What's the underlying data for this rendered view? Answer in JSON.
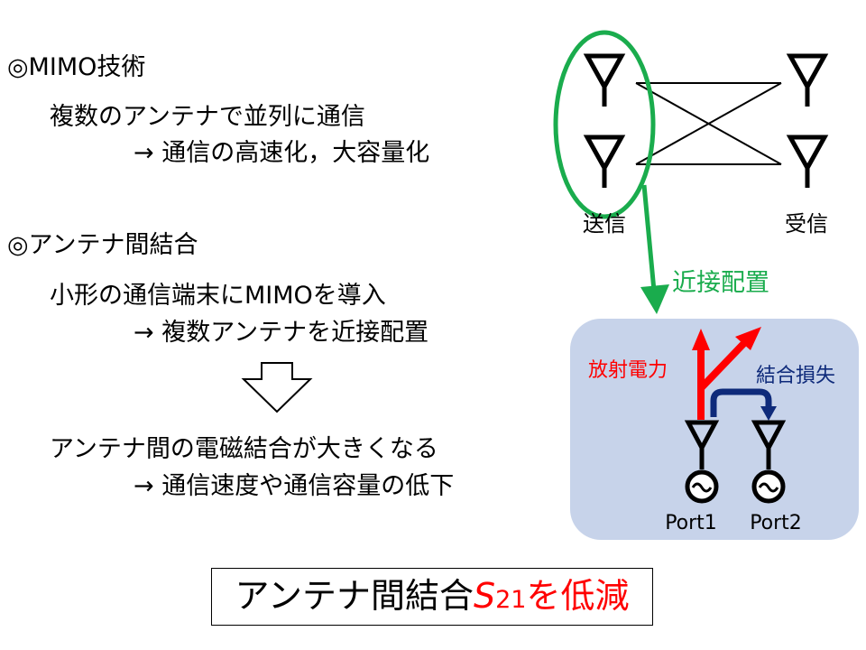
{
  "sections": [
    {
      "heading": "◎MIMO技術",
      "line1": "複数のアンテナで並列に通信",
      "line2": "→ 通信の高速化，大容量化"
    },
    {
      "heading": "◎アンテナ間結合",
      "line1": "小形の通信端末にMIMOを導入",
      "line2": "→ 複数アンテナを近接配置"
    },
    {
      "line1": "アンテナ間の電磁結合が大きくなる",
      "line2": "→ 通信速度や通信容量の低下"
    }
  ],
  "conclusion": {
    "prefix": "アンテナ間結合",
    "symbol": "S",
    "subscript": "21",
    "suffix": "を低減"
  },
  "diagram": {
    "tx_label": "送信",
    "rx_label": "受信",
    "arrow_label": "近接配置",
    "radiated_label": "放射電力",
    "coupling_label": "結合損失",
    "port1": "Port1",
    "port2": "Port2"
  },
  "colors": {
    "green": "#1aac4d",
    "red": "#ff0000",
    "navy": "#0e2a7a",
    "panel": "#c7d3ea"
  }
}
